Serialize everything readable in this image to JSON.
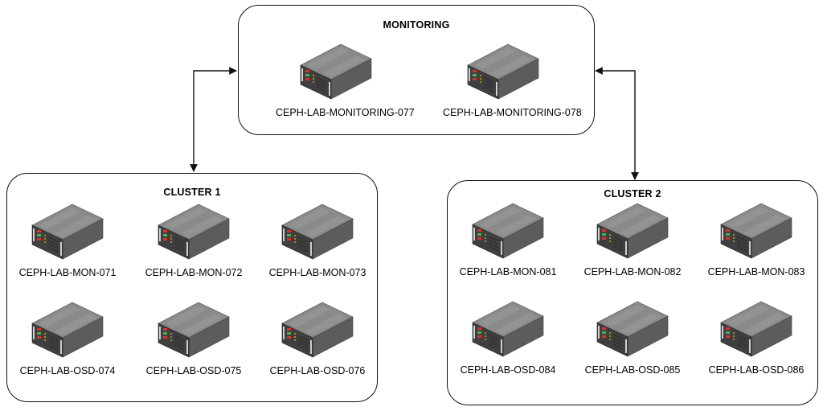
{
  "colors": {
    "border": "#111111",
    "server_top": "#8a8a8a",
    "server_front": "#3f3f3f",
    "server_side": "#5c5c5c",
    "led_red": "#d9342b",
    "led_green": "#4caf50",
    "led_yellow": "#e8c21a"
  },
  "monitoring": {
    "title": "MONITORING",
    "nodes": [
      {
        "label": "CEPH-LAB-MONITORING-077",
        "icon": "server-icon"
      },
      {
        "label": "CEPH-LAB-MONITORING-078",
        "icon": "server-icon"
      }
    ]
  },
  "cluster1": {
    "title": "CLUSTER 1",
    "nodes": [
      {
        "label": "CEPH-LAB-MON-071",
        "icon": "server-icon"
      },
      {
        "label": "CEPH-LAB-MON-072",
        "icon": "server-icon"
      },
      {
        "label": "CEPH-LAB-MON-073",
        "icon": "server-icon"
      },
      {
        "label": "CEPH-LAB-OSD-074",
        "icon": "server-icon"
      },
      {
        "label": "CEPH-LAB-OSD-075",
        "icon": "server-icon"
      },
      {
        "label": "CEPH-LAB-OSD-076",
        "icon": "server-icon"
      }
    ]
  },
  "cluster2": {
    "title": "CLUSTER 2",
    "nodes": [
      {
        "label": "CEPH-LAB-MON-081",
        "icon": "server-icon"
      },
      {
        "label": "CEPH-LAB-MON-082",
        "icon": "server-icon"
      },
      {
        "label": "CEPH-LAB-MON-083",
        "icon": "server-icon"
      },
      {
        "label": "CEPH-LAB-OSD-084",
        "icon": "server-icon"
      },
      {
        "label": "CEPH-LAB-OSD-085",
        "icon": "server-icon"
      },
      {
        "label": "CEPH-LAB-OSD-086",
        "icon": "server-icon"
      }
    ]
  },
  "links": [
    {
      "from": "cluster1",
      "to": "monitoring",
      "arrows": "both"
    },
    {
      "from": "cluster2",
      "to": "monitoring",
      "arrows": "both"
    }
  ]
}
